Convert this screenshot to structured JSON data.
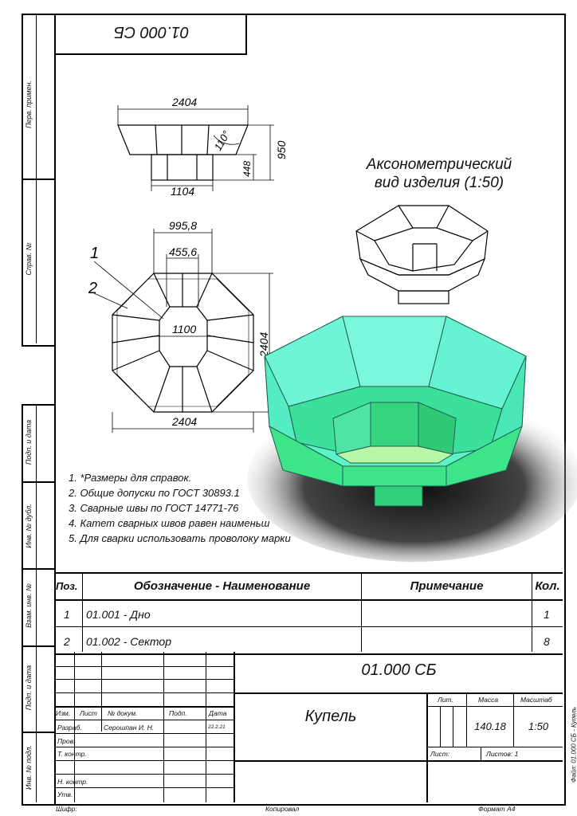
{
  "stamp_top": "01.000 СБ",
  "side_labels": [
    "Перв. примен.",
    "Справ. №",
    "Подп. и дата",
    "Инв. № дубл.",
    "Взам. инв. №",
    "Подп. и дата",
    "Инв. № подл."
  ],
  "dimensions": {
    "top_width": "2404",
    "base_width": "1104",
    "height": "950",
    "base_height": "448",
    "angle": "110°",
    "plan_outer": "995,8",
    "plan_inner": "455,6",
    "plan_bottom": "1100",
    "plan_width": "2404",
    "plan_height": "2404",
    "leader_1": "1",
    "leader_2": "2"
  },
  "axon_title": "Аксонометрический вид изделия (1:50)",
  "notes": [
    "1.  *Размеры для справок.",
    "2.  Общие допуски по ГОСТ 30893.1",
    "3.  Сварные швы по ГОСТ 14771-76",
    "4.  Катет сварных швов равен наименьш",
    "5.  Для сварки использовать проволоку марки"
  ],
  "bom": {
    "headers": [
      "Поз.",
      "Обозначение - Наименование",
      "Примечание",
      "Кол."
    ],
    "rows": [
      {
        "pos": "1",
        "name": "01.001 - Дно",
        "note": "",
        "qty": "1"
      },
      {
        "pos": "2",
        "name": "01.002 - Сектор",
        "note": "",
        "qty": "8"
      }
    ]
  },
  "title_block": {
    "doc_number": "01.000 СБ",
    "product_name": "Купель",
    "cols": [
      "Изм.",
      "Лист",
      "№ докум.",
      "Подп.",
      "Дата"
    ],
    "roles": [
      "Разраб.",
      "Пров.",
      "Т. контр.",
      "",
      "Н. контр.",
      "Утв."
    ],
    "developer": "Серошпан И. Н.",
    "date": "22.2.21",
    "lit": "Лит.",
    "mass_label": "Масса",
    "scale_label": "Масштаб",
    "mass": "140.18",
    "scale": "1:50",
    "sheet": "Лист:",
    "sheets": "Листов: 1"
  },
  "footer": {
    "left": "Шифр:",
    "center": "Копировал",
    "right": "Формат А4",
    "vertical_file": "Файл: 01.000 СБ - Купель"
  }
}
